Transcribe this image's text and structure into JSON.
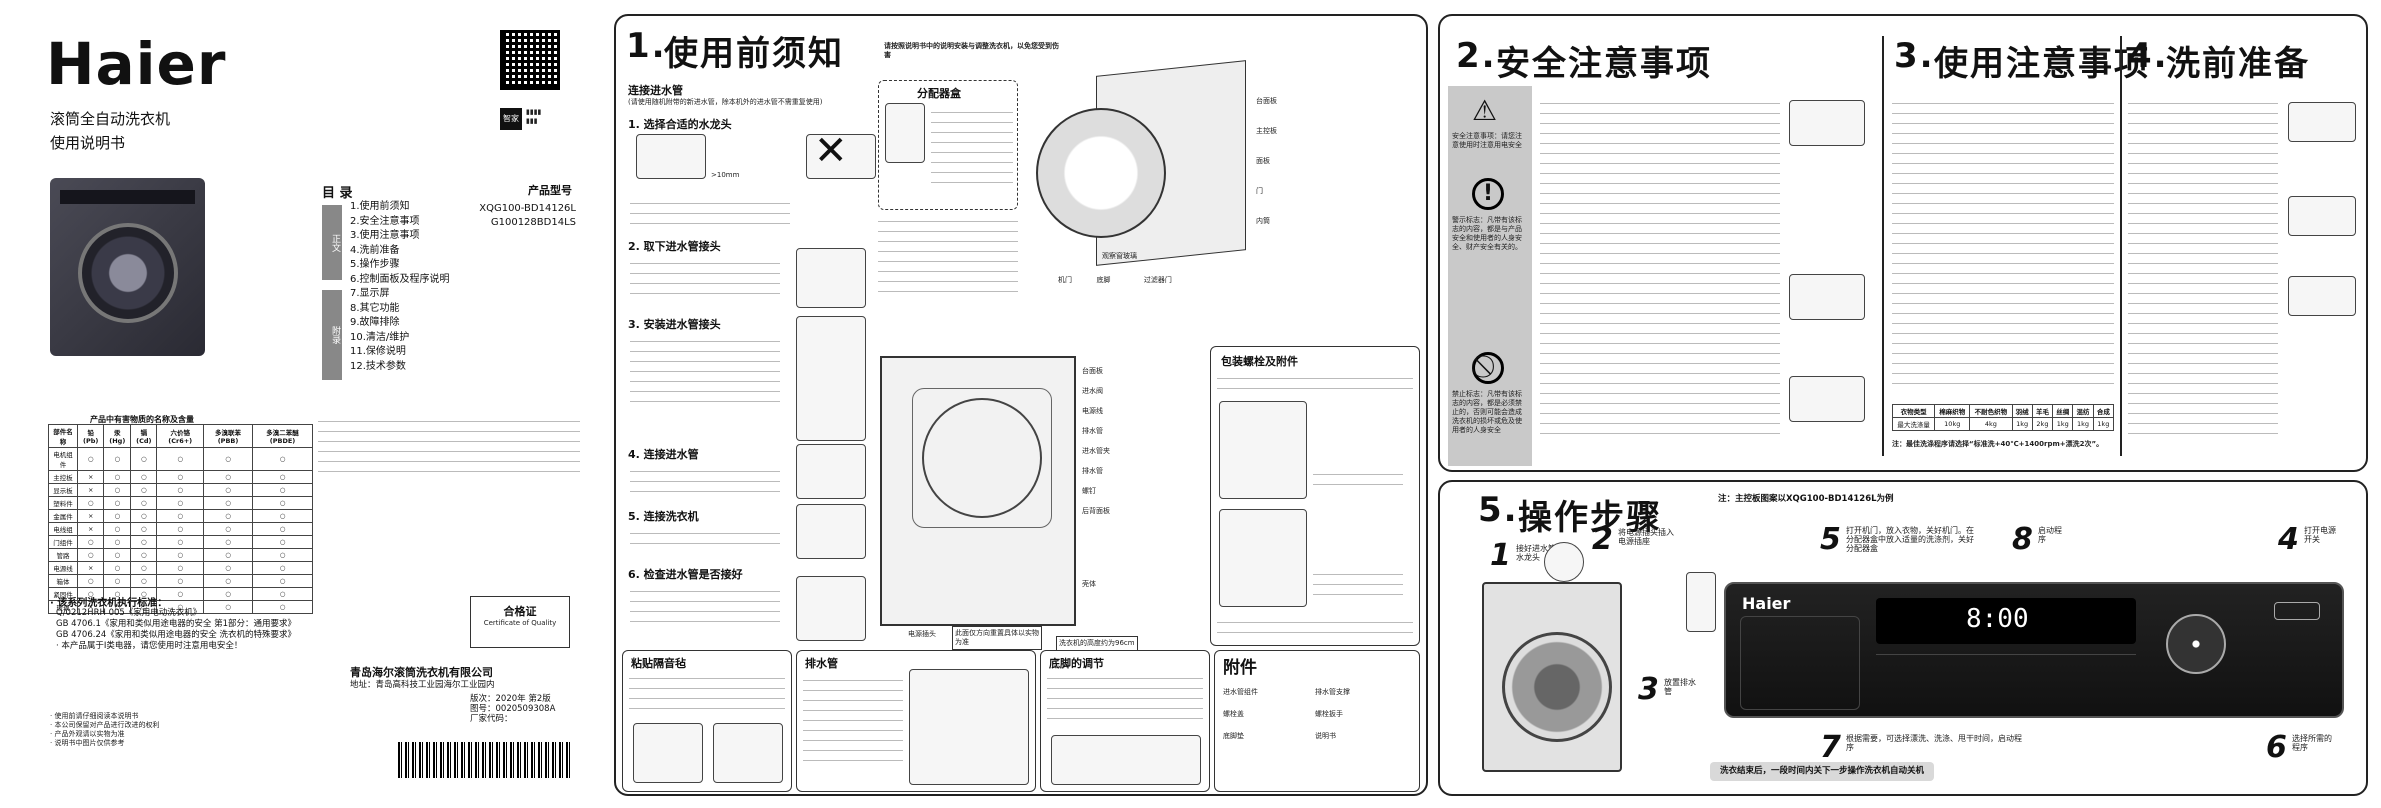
{
  "cover": {
    "brand": "Haier",
    "title_line1": "滚筒全自动洗衣机",
    "title_line2": "使用说明书",
    "contents_title": "目 录",
    "model_title": "产品型号",
    "models": [
      "XQG100-BD14126L",
      "G100128BD14LS"
    ],
    "toc_group1": "正文",
    "toc_group2": "附录",
    "toc": [
      "1.使用前须知",
      "2.安全注意事项",
      "3.使用注意事项",
      "4.洗前准备",
      "5.操作步骤",
      "6.控制面板及程序说明",
      "7.显示屏",
      "8.其它功能",
      "9.故障排除",
      "10.清洁/维护",
      "11.保修说明",
      "12.技术参数"
    ],
    "hazard_title": "产品中有害物质的名称及含量",
    "hazard_headers": [
      "部件名称",
      "铅(Pb)",
      "汞(Hg)",
      "镉(Cd)",
      "六价铬(Cr6+)",
      "多溴联苯(PBB)",
      "多溴二苯醚(PBDE)"
    ],
    "hazard_rows": [
      "电机组件",
      "主控板",
      "显示板",
      "塑料件",
      "金属件",
      "电线组",
      "门组件",
      "管路",
      "电源线",
      "箱体",
      "紧固件",
      "玻璃"
    ],
    "standards_title": "· 该系列洗衣机执行标准：",
    "standards": [
      "Q/0212HRH 005《家用电动洗衣机》",
      "GB 4706.1《家用和类似用途电器的安全 第1部分：通用要求》",
      "GB 4706.24《家用和类似用途电器的安全 洗衣机的特殊要求》"
    ],
    "standards_note": "· 本产品属于Ⅰ类电器，请您使用时注意用电安全！",
    "cert_title": "合格证",
    "cert_sub": "Certificate of Quality",
    "company": "青岛海尔滚筒洗衣机有限公司",
    "address": "地址：青岛高科技工业园海尔工业园内",
    "edition": "版次：2020年 第2版",
    "docno": "图号：0020509308A",
    "factory": "厂家代码：",
    "qr_label": "智家",
    "notes": [
      "· 使用前请仔细阅读本说明书",
      "· 本公司保留对产品进行改进的权利",
      "· 产品外观请以实物为准",
      "· 说明书中图片仅供参考"
    ]
  },
  "s1": {
    "num": "1.",
    "title": "使用前须知",
    "note": "请按照说明书中的说明安装与调整洗衣机，以免您受到伤害",
    "water_title": "连接进水管",
    "water_sub": "(请使用随机附带的新进水管，除本机外的进水管不需重复使用)",
    "steps": [
      "1. 选择合适的水龙头",
      "2. 取下进水管接头",
      "3. 安装进水管接头",
      "4. 连接进水管",
      "5. 连接洗衣机",
      "6. 检查进水管是否接好"
    ],
    "faucet_dim": ">10mm",
    "dispenser_title": "分配器盒",
    "labels_right": [
      "台面板",
      "主控板",
      "面板",
      "内筒",
      "门",
      "观察窗玻璃",
      "机门",
      "底脚",
      "过滤器门"
    ],
    "back_labels": [
      "台面板",
      "进水阀",
      "电源线",
      "排水管",
      "进水管夹",
      "排水管",
      "螺钉",
      "后背面板",
      "壳体",
      "电源插头"
    ],
    "accessory_title": "包装螺栓及附件",
    "install_title": "粘贴隔音毡",
    "drain_title": "排水管",
    "bottom_title": "底脚的调节",
    "parts_title": "附件",
    "parts": [
      "进水管组件",
      "排水管支撑",
      "螺栓盖",
      "螺栓扳手",
      "底脚垫",
      "说明书"
    ],
    "back_caption": "此面仅方向重置具体以实物为准",
    "height_caption": "洗衣机的高度约为96cm"
  },
  "s2": {
    "num": "2.",
    "title": "安全注意事项",
    "warn1": "安全注意事项：请您注意使用时注意用电安全",
    "warn2": "警示标志：凡带有该标志的内容，都是与产品安全和使用者的人身安全、财产安全有关的。",
    "warn3": "禁止标志：凡带有该标志的内容，都是必须禁止的，否则可能会造成洗衣机的损坏或危及使用者的人身安全"
  },
  "s3": {
    "num": "3.",
    "title": "使用注意事项",
    "table_headers": [
      "衣物类型",
      "棉麻织物",
      "不耐色织物",
      "羽绒",
      "羊毛",
      "丝绸",
      "混纺",
      "合成"
    ],
    "table_row": [
      "最大洗涤量",
      "10kg",
      "4kg",
      "1kg",
      "2kg",
      "1kg",
      "1kg",
      "1kg"
    ],
    "note": "注：最佳洗涤程序请选择“标准洗+40℃+1400rpm+漂洗2次”。"
  },
  "s4": {
    "num": "4.",
    "title": "洗前准备"
  },
  "s5": {
    "num": "5.",
    "title": "操作步骤",
    "model_note": "注：主控板图案以XQG100-BD14126L为例",
    "steps": [
      "接好进水管打开水龙头",
      "将电源插头插入电源插座",
      "放置排水管",
      "打开机门，放入衣物，关好机门。在分配器盒中放入适量的洗涤剂，关好分配器盒",
      "启动程序",
      "打开电源开关",
      "根据需要，可选择漂洗、洗涤、甩干时间，启动程序",
      "选择所需的程序"
    ],
    "display": "8:00",
    "end_note": "洗衣结束后，一段时间内关下一步操作洗衣机自动关机",
    "panel_brand": "Haier"
  }
}
